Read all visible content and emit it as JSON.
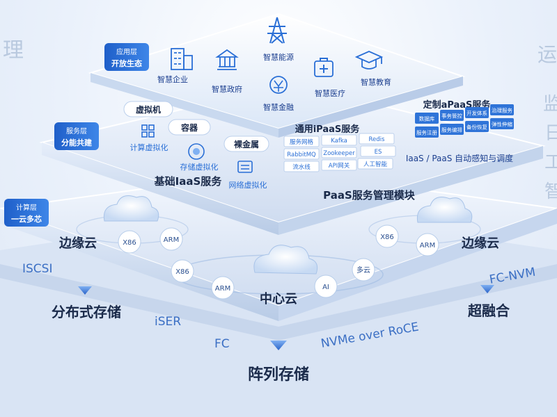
{
  "side": {
    "left_char": "理",
    "right_chars": [
      "运",
      "监",
      "日",
      "工",
      "智"
    ]
  },
  "tags": {
    "app": {
      "top": "应用层",
      "bottom": "开放生态"
    },
    "service": {
      "top": "服务层",
      "bottom": "分能共建"
    },
    "compute": {
      "top": "计算层",
      "bottom": "一云多芯"
    }
  },
  "apps": [
    {
      "label": "智慧能源",
      "icon": "power-tower-icon"
    },
    {
      "label": "智慧企业",
      "icon": "building-icon"
    },
    {
      "label": "智慧政府",
      "icon": "government-icon"
    },
    {
      "label": "智慧金融",
      "icon": "finance-icon"
    },
    {
      "label": "智慧医疗",
      "icon": "medical-icon"
    },
    {
      "label": "智慧教育",
      "icon": "education-icon"
    }
  ],
  "iaas": {
    "pills": [
      "虚拟机",
      "容器",
      "裸金属"
    ],
    "items": [
      "计算虚拟化",
      "存储虚拟化",
      "网络虚拟化"
    ],
    "title": "基础IaaS服务"
  },
  "ipaas": {
    "title": "通用iPaaS服务",
    "cells": [
      "服务网格",
      "Kafka",
      "Redis",
      "ES",
      "RabbitMQ",
      "Zookeeper",
      "人工智能",
      "流水线",
      "API网关"
    ]
  },
  "apaas": {
    "title": "定制aPaaS服务",
    "cells": [
      "数据库",
      "事务管控",
      "开发体系",
      "治理服务",
      "服务注册",
      "服务编排",
      "备份恢复",
      "弹性伸缩"
    ],
    "footer": "IaaS / PaaS 自动感知与调度"
  },
  "paas_title": "PaaS服务管理模块",
  "compute": {
    "edge_left": "边缘云",
    "edge_right": "边缘云",
    "center": "中心云",
    "chips": [
      "X86",
      "ARM",
      "X86",
      "ARM",
      "X86",
      "ARM",
      "AI",
      "多云"
    ]
  },
  "storage": {
    "distributed": "分布式存储",
    "hyper": "超融合",
    "array": "阵列存储",
    "protocols": [
      "ISCSI",
      "iSER",
      "FC",
      "NVMe over RoCE",
      "FC-NVM"
    ]
  }
}
